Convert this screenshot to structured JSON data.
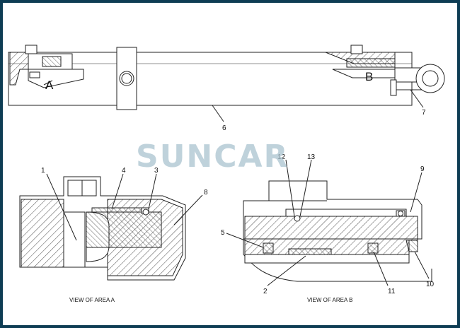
{
  "watermark": "SUNCAR",
  "top_view": {
    "area_a_letter": "A",
    "area_b_letter": "B",
    "callout_6": "6",
    "callout_7": "7"
  },
  "detail_a": {
    "caption": "VIEW OF AREA A",
    "callouts": [
      "1",
      "4",
      "3",
      "8"
    ]
  },
  "detail_b": {
    "caption": "VIEW OF AREA B",
    "callouts": [
      "12",
      "13",
      "9",
      "5",
      "2",
      "11",
      "10"
    ]
  },
  "colors": {
    "border": "#0e3d54",
    "ink": "#111111",
    "watermark": "#a9c3cf"
  }
}
